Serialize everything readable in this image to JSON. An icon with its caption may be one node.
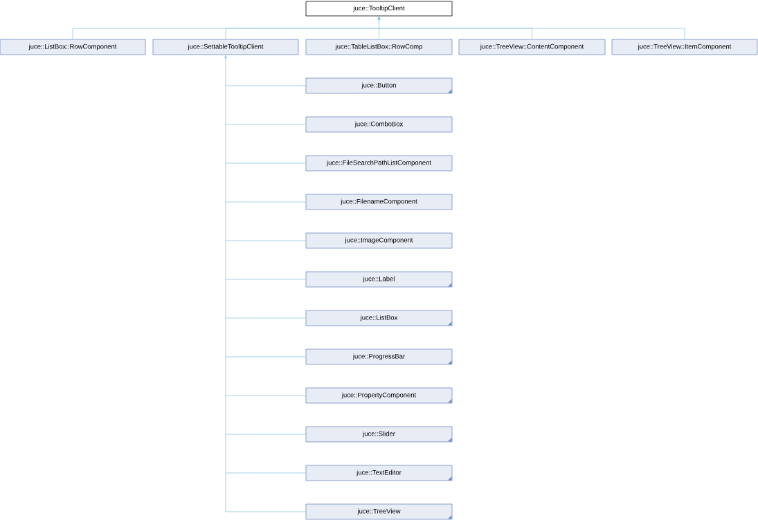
{
  "diagram": {
    "nodes": [
      {
        "text": [
          "juce::TooltipClient"
        ]
      },
      {
        "text": [
          "juce::ListBox::RowComponent"
        ]
      },
      {
        "text": [
          "juce::SettableTooltipClient"
        ]
      },
      {
        "text": [
          "juce::TableListBox::RowComp"
        ]
      },
      {
        "text": [
          "juce::TreeView::ContentComponent"
        ]
      },
      {
        "text": [
          "juce::TreeView::ItemComponent"
        ]
      },
      {
        "text": [
          "juce::Button"
        ]
      },
      {
        "text": [
          "juce::ComboBox"
        ]
      },
      {
        "text": [
          "juce::FileSearchPathListComponent"
        ]
      },
      {
        "text": [
          "juce::FilenameComponent"
        ]
      },
      {
        "text": [
          "juce::ImageComponent"
        ]
      },
      {
        "text": [
          "juce::Label"
        ]
      },
      {
        "text": [
          "juce::ListBox"
        ]
      },
      {
        "text": [
          "juce::ProgressBar"
        ]
      },
      {
        "text": [
          "juce::PropertyComponent"
        ]
      },
      {
        "text": [
          "juce::Slider"
        ]
      },
      {
        "text": [
          "juce::TextEditor"
        ]
      },
      {
        "text": [
          "juce::TreeView"
        ]
      }
    ],
    "edges": [
      {
        "from": 1,
        "to": 0,
        "arrow": "to"
      },
      {
        "from": 2,
        "to": 0,
        "arrow": "to"
      },
      {
        "from": 3,
        "to": 0,
        "arrow": "to"
      },
      {
        "from": 4,
        "to": 0,
        "arrow": "to"
      },
      {
        "from": 5,
        "to": 0,
        "arrow": "to"
      },
      {
        "from": 6,
        "to": 2,
        "arrow": "to"
      },
      {
        "from": 7,
        "to": 2,
        "arrow": "to"
      },
      {
        "from": 8,
        "to": 2,
        "arrow": "to"
      },
      {
        "from": 9,
        "to": 2,
        "arrow": "to"
      },
      {
        "from": 10,
        "to": 2,
        "arrow": "to"
      },
      {
        "from": 11,
        "to": 2,
        "arrow": "to"
      },
      {
        "from": 12,
        "to": 2,
        "arrow": "to"
      },
      {
        "from": 13,
        "to": 2,
        "arrow": "to"
      },
      {
        "from": 14,
        "to": 2,
        "arrow": "to"
      },
      {
        "from": 15,
        "to": 2,
        "arrow": "to"
      },
      {
        "from": 16,
        "to": 2,
        "arrow": "to"
      },
      {
        "from": 17,
        "to": 2,
        "arrow": "to"
      }
    ]
  }
}
